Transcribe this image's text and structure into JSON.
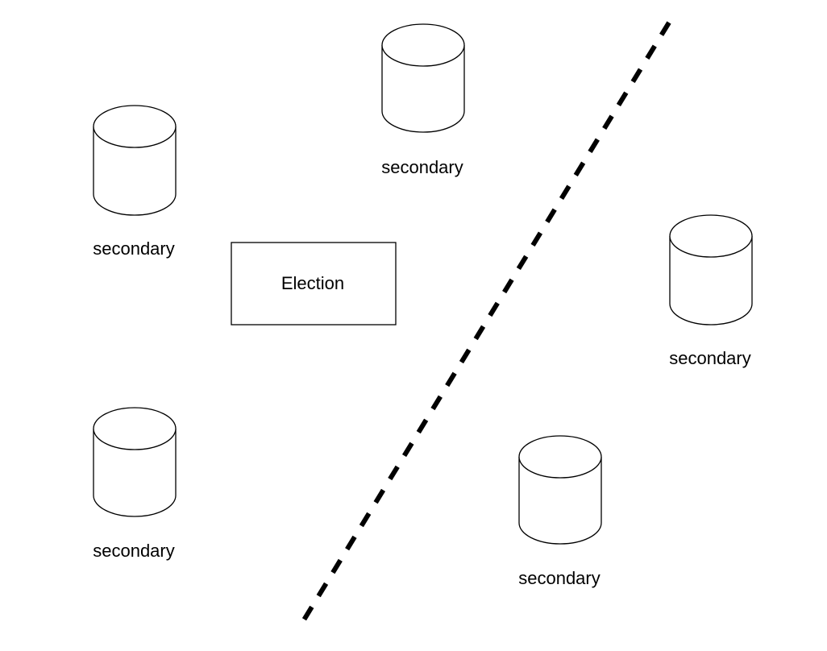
{
  "diagram": {
    "nodes": [
      {
        "id": "db-top-center",
        "kind": "database",
        "label": "secondary"
      },
      {
        "id": "db-left-upper",
        "kind": "database",
        "label": "secondary"
      },
      {
        "id": "db-right-middle",
        "kind": "database",
        "label": "secondary"
      },
      {
        "id": "db-left-lower",
        "kind": "database",
        "label": "secondary"
      },
      {
        "id": "db-bottom-center",
        "kind": "database",
        "label": "secondary"
      },
      {
        "id": "election-box",
        "kind": "process",
        "label": "Election"
      }
    ],
    "partition": {
      "style": "dashed",
      "color": "#000000"
    }
  }
}
